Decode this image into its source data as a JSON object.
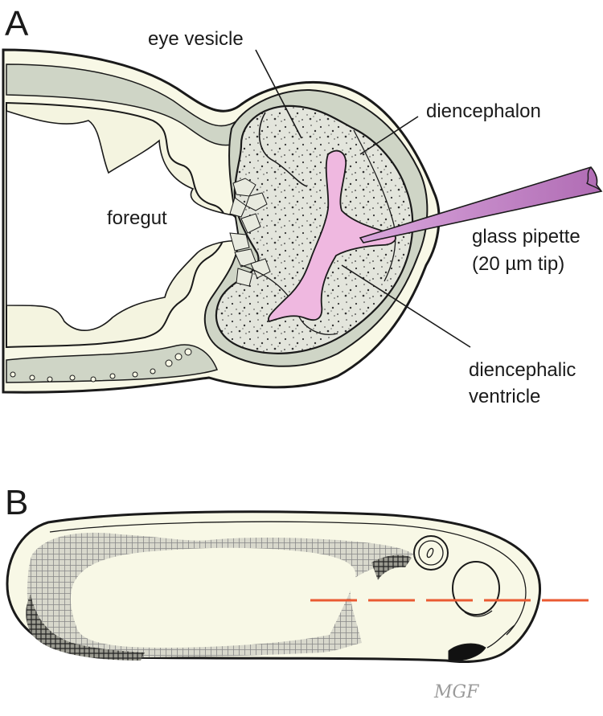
{
  "panels": {
    "a": {
      "letter": "A",
      "labels": {
        "eye_vesicle": "eye vesicle",
        "diencephalon": "diencephalon",
        "foregut": "foregut",
        "pipette_line1": "glass pipette",
        "pipette_line2": "(20 µm tip)",
        "ventricle_line1": "diencephalic",
        "ventricle_line2": "ventricle"
      }
    },
    "b": {
      "letter": "B"
    }
  },
  "signature": "MGF",
  "colors": {
    "tissue_cream": "#f8f8e6",
    "tissue_gray": "#cfd5c6",
    "neural_stipple": "#e3e5dc",
    "ventricle_pink": "#efb8e0",
    "pipette_purple": "#c07fc4",
    "section_line_red": "#ea5a32",
    "outline": "#1a1a1a"
  }
}
